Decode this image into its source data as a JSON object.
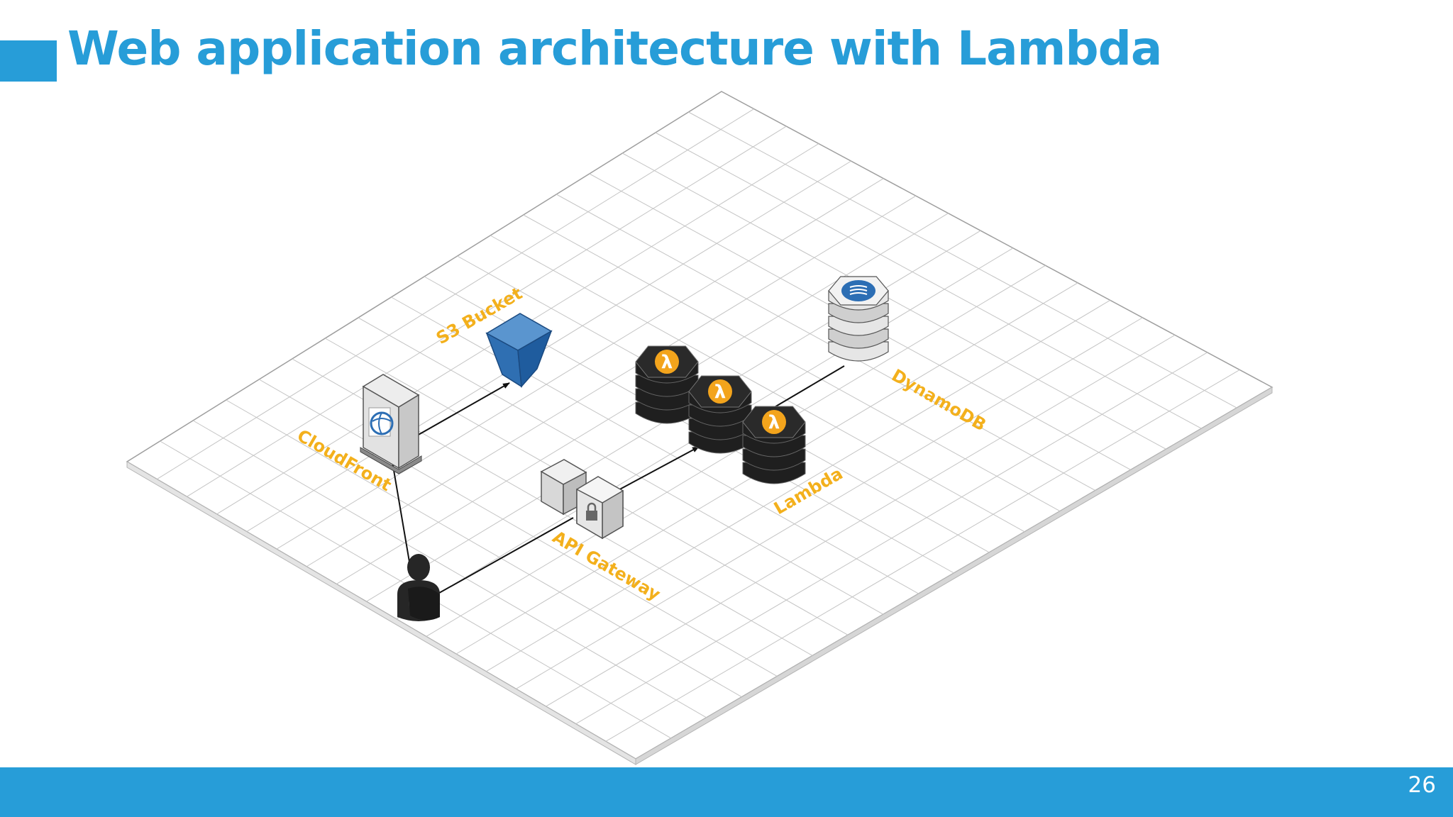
{
  "slide": {
    "title": "Web application architecture with Lambda",
    "page_number": "26"
  },
  "colors": {
    "accent": "#279dd8",
    "label": "#f3b01c",
    "s3_blue": "#2c6eb4",
    "lambda_black": "#1a1a1a",
    "lambda_orange": "#f3a41c",
    "grid_line": "#bdbdbd"
  },
  "diagram": {
    "labels": {
      "s3": "S3 Bucket",
      "cloudfront": "CloudFront",
      "dynamodb": "DynamoDB",
      "lambda": "Lambda",
      "api_gateway": "API Gateway"
    },
    "icons": {
      "s3": "s3-bucket-icon",
      "cloudfront": "cloudfront-icon",
      "dynamodb": "dynamodb-icon",
      "lambda": "lambda-icon",
      "api_gateway": "api-gateway-icon",
      "user": "user-icon"
    },
    "connections": [
      {
        "from": "user",
        "to": "cloudfront"
      },
      {
        "from": "cloudfront",
        "to": "s3"
      },
      {
        "from": "user",
        "to": "api_gateway"
      },
      {
        "from": "api_gateway",
        "to": "lambda"
      },
      {
        "from": "lambda",
        "to": "dynamodb"
      }
    ]
  }
}
